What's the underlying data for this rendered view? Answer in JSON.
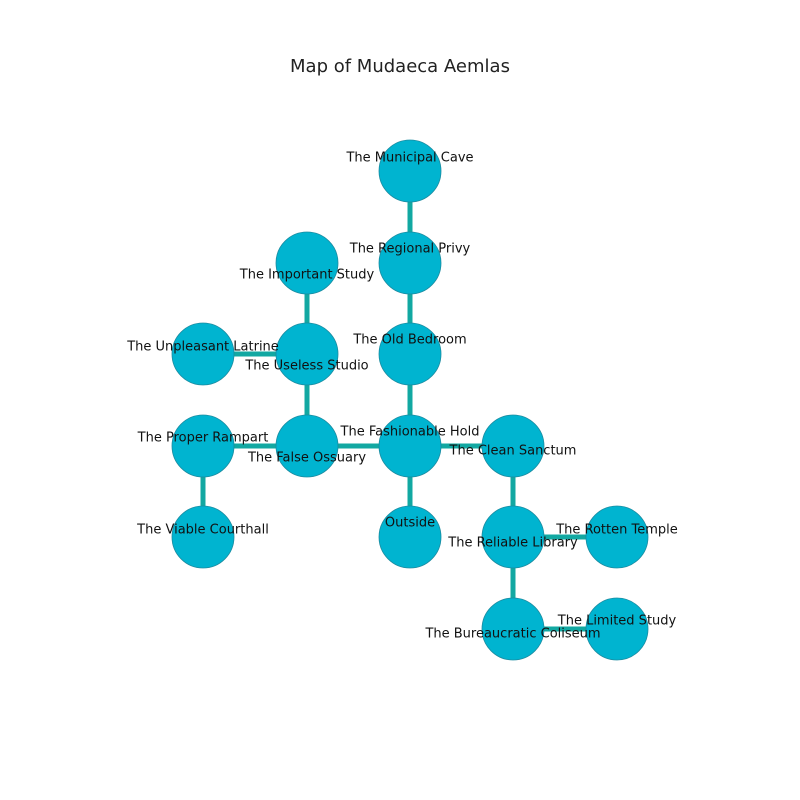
{
  "title": "Map of Mudaeca Aemlas",
  "colors": {
    "node_fill": "#00b4d0",
    "node_stroke": "#1a8ba0",
    "edge": "#12a8a2"
  },
  "nodes": [
    {
      "id": "municipal-cave",
      "label": "The Municipal Cave"
    },
    {
      "id": "regional-privy",
      "label": "The Regional Privy"
    },
    {
      "id": "important-study",
      "label": "The Important Study"
    },
    {
      "id": "old-bedroom",
      "label": "The Old Bedroom"
    },
    {
      "id": "unpleasant-latrine",
      "label": "The Unpleasant Latrine"
    },
    {
      "id": "useless-studio",
      "label": "The Useless Studio"
    },
    {
      "id": "proper-rampart",
      "label": "The Proper Rampart"
    },
    {
      "id": "false-ossuary",
      "label": "The False Ossuary"
    },
    {
      "id": "fashionable-hold",
      "label": "The Fashionable Hold"
    },
    {
      "id": "clean-sanctum",
      "label": "The Clean Sanctum"
    },
    {
      "id": "viable-courthall",
      "label": "The Viable Courthall"
    },
    {
      "id": "outside",
      "label": "Outside"
    },
    {
      "id": "reliable-library",
      "label": "The Reliable Library"
    },
    {
      "id": "rotten-temple",
      "label": "The Rotten Temple"
    },
    {
      "id": "bureaucratic-coliseum",
      "label": "The Bureaucratic Coliseum"
    },
    {
      "id": "limited-study",
      "label": "The Limited Study"
    }
  ],
  "edges": [
    [
      "municipal-cave",
      "regional-privy"
    ],
    [
      "regional-privy",
      "old-bedroom"
    ],
    [
      "old-bedroom",
      "fashionable-hold"
    ],
    [
      "important-study",
      "useless-studio"
    ],
    [
      "unpleasant-latrine",
      "useless-studio"
    ],
    [
      "useless-studio",
      "false-ossuary"
    ],
    [
      "proper-rampart",
      "false-ossuary"
    ],
    [
      "proper-rampart",
      "viable-courthall"
    ],
    [
      "false-ossuary",
      "fashionable-hold"
    ],
    [
      "fashionable-hold",
      "clean-sanctum"
    ],
    [
      "fashionable-hold",
      "outside"
    ],
    [
      "clean-sanctum",
      "reliable-library"
    ],
    [
      "reliable-library",
      "rotten-temple"
    ],
    [
      "reliable-library",
      "bureaucratic-coliseum"
    ],
    [
      "bureaucratic-coliseum",
      "limited-study"
    ]
  ]
}
